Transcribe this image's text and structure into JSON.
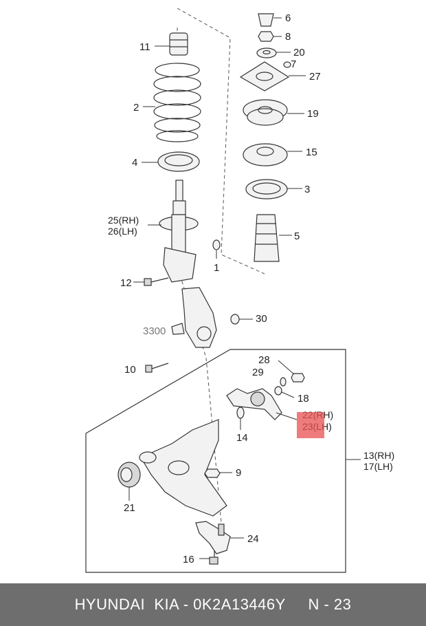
{
  "callouts": {
    "c6": "6",
    "c8": "8",
    "c20": "20",
    "c7": "7",
    "c27": "27",
    "c19": "19",
    "c15": "15",
    "c3": "3",
    "c5": "5",
    "c11": "11",
    "c2": "2",
    "c4": "4",
    "c25": "25(RH)",
    "c26": "26(LH)",
    "c1": "1",
    "c12": "12",
    "c30": "30",
    "c3300": "3300",
    "c10": "10",
    "c28": "28",
    "c29": "29",
    "c18": "18",
    "c22": "22(RH)",
    "c23": "23(LH)",
    "c14": "14",
    "c13": "13(RH)",
    "c17": "17(LH)",
    "c9": "9",
    "c21": "21",
    "c24": "24",
    "c16": "16"
  },
  "highlight": {
    "color": "#e85050",
    "target": "23(LH)"
  },
  "footer": {
    "text": "HYUNDAI  KIA - 0K2A13446Y     N - 23",
    "background": "#6e6e6e"
  }
}
